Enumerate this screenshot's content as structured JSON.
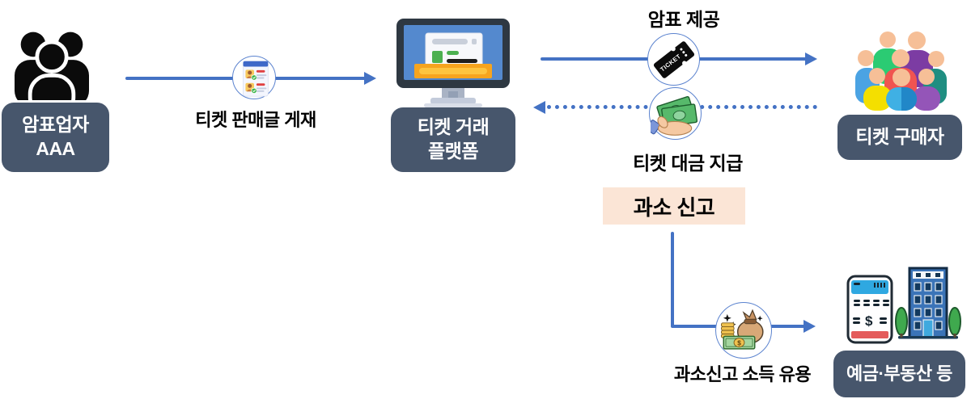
{
  "diagram": {
    "title": "ticket-scalping-underreporting-flow",
    "colors": {
      "arrow": "#4472C4",
      "badge_dark_bg": "#47566C",
      "badge_dark_text": "#FFFFFF",
      "highlight_bg": "#FBE5D6",
      "label_text": "#000000",
      "background": "#FFFFFF"
    },
    "nodes": {
      "scalper": {
        "label_line1": "암표업자",
        "label_line2": "AAA",
        "icon": "people-group-black-icon"
      },
      "platform": {
        "label_line1": "티켓 거래",
        "label_line2": "플랫폼",
        "icon": "computer-monitor-icon"
      },
      "buyer": {
        "label": "티켓 구매자",
        "icon": "people-group-color-icon"
      },
      "assets": {
        "label": "예금·부동산 등",
        "icon": "calculator-and-building-icon"
      }
    },
    "edges": {
      "post_listing": {
        "label": "티켓 판매글 게재",
        "icon": "profile-listing-icon",
        "style": "solid",
        "direction": "right"
      },
      "provide_ticket": {
        "label": "암표 제공",
        "icon": "ticket-icon",
        "icon_text": "TICKET",
        "style": "solid",
        "direction": "right"
      },
      "pay_ticket": {
        "label": "티켓 대금 지급",
        "icon": "money-in-hand-icon",
        "style": "dotted",
        "direction": "left"
      },
      "use_income": {
        "label": "과소신고 소득 유용",
        "icon": "money-bag-icon",
        "style": "solid",
        "direction": "down-right"
      }
    },
    "highlight": {
      "label": "과소 신고"
    },
    "icon_glyphs": {
      "calculator_symbol": "$",
      "moneybag_symbol": "$"
    }
  }
}
